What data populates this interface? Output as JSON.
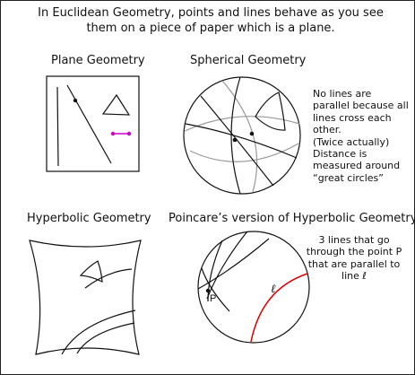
{
  "intro": {
    "line1": "In Euclidean Geometry, points and lines behave as you see",
    "line2": "them on a piece of paper which is a plane."
  },
  "panels": {
    "plane": {
      "title": "Plane Geometry"
    },
    "spherical": {
      "title": "Spherical Geometry",
      "note": [
        "No lines are",
        "parallel because all",
        "lines cross each",
        "other.",
        "(Twice actually)",
        "Distance is",
        "measured around",
        "“great circles”"
      ]
    },
    "hyperbolic": {
      "title": "Hyperbolic Geometry"
    },
    "poincare": {
      "title": "Poincare’s version of Hyperbolic Geometry",
      "point_label": "P",
      "line_label": "ℓ",
      "note": [
        "3 lines that go",
        "through the point P",
        "that are parallel to",
        "line ℓ"
      ]
    }
  },
  "colors": {
    "ink": "#111111",
    "segment": "#cc00cc",
    "highlight_line": "#e00000",
    "guide": "#999999"
  }
}
